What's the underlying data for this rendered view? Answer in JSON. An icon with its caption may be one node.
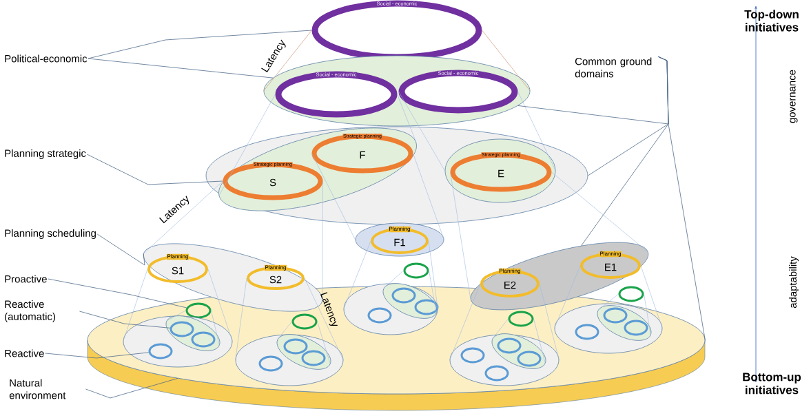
{
  "diagram": {
    "nodes": [
      {
        "text": [
          "Political-economic"
        ]
      },
      {
        "text": [
          "Social - economic"
        ]
      },
      {
        "text": [],
        "shape": "ellipse"
      },
      {
        "text": [
          "Social - economic"
        ],
        "in": 2
      },
      {
        "text": [
          "Social - economic"
        ],
        "in": 2
      },
      {
        "text": [
          "Common ground domains"
        ]
      },
      {
        "text": [],
        "shape": "ellipse"
      },
      {
        "text": [],
        "shape": "ellipse",
        "in": 6
      },
      {
        "text": [
          "Strategic planning",
          "S"
        ],
        "in": 7
      },
      {
        "text": [
          "Strategic planning",
          "F"
        ],
        "in": 7
      },
      {
        "text": [],
        "shape": "ellipse",
        "in": 6
      },
      {
        "text": [
          "Strategic planning",
          "E"
        ],
        "in": 10
      },
      {
        "text": [
          "Planning strategic"
        ]
      },
      {
        "text": [],
        "shape": "ellipse"
      },
      {
        "text": [
          "Planning",
          "F1"
        ],
        "in": 13
      },
      {
        "text": [
          "Planning scheduling"
        ]
      },
      {
        "text": [],
        "shape": "ellipse"
      },
      {
        "text": [
          "Planning",
          "S1"
        ],
        "in": 16
      },
      {
        "text": [
          "Planning",
          "S2"
        ],
        "in": 16
      },
      {
        "text": [],
        "shape": "ellipse"
      },
      {
        "text": [
          "Planning",
          "E2"
        ],
        "in": 19
      },
      {
        "text": [
          "Planning",
          "E1"
        ],
        "in": 19
      },
      {
        "text": [
          "Proactive"
        ]
      },
      {
        "text": [
          "Reactive (automatic)"
        ]
      },
      {
        "text": [
          "Reactive"
        ]
      },
      {
        "text": [
          "Natural environment"
        ]
      },
      {
        "text": [],
        "shape": "cylinder"
      },
      {
        "text": [],
        "shape": "circle",
        "in": 26
      },
      {
        "text": [],
        "shape": "ellipse",
        "in": 26
      },
      {
        "text": [],
        "shape": "ellipse",
        "in": 28
      },
      {
        "text": [],
        "shape": "circle",
        "in": 29
      },
      {
        "text": [],
        "shape": "circle",
        "in": 29
      },
      {
        "text": [],
        "shape": "circle",
        "in": 28
      },
      {
        "text": [],
        "shape": "circle",
        "in": 26
      },
      {
        "text": [],
        "shape": "ellipse",
        "in": 26
      },
      {
        "text": [],
        "shape": "ellipse",
        "in": 34
      },
      {
        "text": [],
        "shape": "circle",
        "in": 35
      },
      {
        "text": [],
        "shape": "circle",
        "in": 35
      },
      {
        "text": [],
        "shape": "circle",
        "in": 34
      },
      {
        "text": [],
        "shape": "circle"
      },
      {
        "text": [],
        "shape": "ellipse",
        "in": 26
      },
      {
        "text": [],
        "shape": "ellipse",
        "in": 40
      },
      {
        "text": [],
        "shape": "circle",
        "in": 41
      },
      {
        "text": [],
        "shape": "circle",
        "in": 41
      },
      {
        "text": [],
        "shape": "circle",
        "in": 40
      },
      {
        "text": [],
        "shape": "circle",
        "in": 26
      },
      {
        "text": [],
        "shape": "ellipse",
        "in": 26
      },
      {
        "text": [],
        "shape": "ellipse",
        "in": 46
      },
      {
        "text": [],
        "shape": "circle",
        "in": 47
      },
      {
        "text": [],
        "shape": "circle",
        "in": 47
      },
      {
        "text": [],
        "shape": "circle",
        "in": 46
      },
      {
        "text": [],
        "shape": "circle",
        "in": 46
      },
      {
        "text": [],
        "shape": "circle"
      },
      {
        "text": [],
        "shape": "ellipse",
        "in": 26
      },
      {
        "text": [],
        "shape": "ellipse",
        "in": 53
      },
      {
        "text": [],
        "shape": "circle",
        "in": 54
      },
      {
        "text": [],
        "shape": "circle",
        "in": 54
      },
      {
        "text": [],
        "shape": "circle",
        "in": 53
      }
    ],
    "edges": [
      {
        "from": 0,
        "to": 1,
        "arrow": "none",
        "color": "#4f6b8a"
      },
      {
        "from": 0,
        "to": 2,
        "arrow": "none",
        "color": "#4f6b8a"
      },
      {
        "from": 1,
        "to": 2,
        "arrow": "none",
        "color": "#d4a38c"
      },
      {
        "from": 1,
        "to": 2,
        "arrow": "none",
        "color": "#d4a38c"
      },
      {
        "from": 3,
        "to": 7,
        "arrow": "none"
      },
      {
        "from": 3,
        "to": 7,
        "arrow": "none"
      },
      {
        "from": 4,
        "to": 10,
        "arrow": "none"
      },
      {
        "from": 4,
        "to": 10,
        "arrow": "none"
      },
      {
        "from": 5,
        "to": 2,
        "arrow": "none",
        "color": "#4f6b8a"
      },
      {
        "from": 5,
        "to": 6,
        "arrow": "none",
        "color": "#4f6b8a"
      },
      {
        "from": 5,
        "to": 19,
        "arrow": "none",
        "color": "#4f6b8a"
      },
      {
        "from": 5,
        "to": 26,
        "arrow": "none",
        "color": "#4f6b8a"
      },
      {
        "from": 12,
        "to": 8,
        "arrow": "none",
        "color": "#4f6b8a"
      },
      {
        "from": 9,
        "to": 13,
        "arrow": "none"
      },
      {
        "from": 9,
        "to": 13,
        "arrow": "none"
      },
      {
        "from": 8,
        "to": 16,
        "arrow": "none"
      },
      {
        "from": 8,
        "to": 16,
        "arrow": "none"
      },
      {
        "from": 11,
        "to": 19,
        "arrow": "none"
      },
      {
        "from": 11,
        "to": 19,
        "arrow": "none"
      },
      {
        "from": 15,
        "to": 16,
        "arrow": "none",
        "color": "#4f6b8a"
      },
      {
        "from": 14,
        "to": 40,
        "arrow": "none"
      },
      {
        "from": 14,
        "to": 40,
        "arrow": "none"
      },
      {
        "from": 17,
        "to": 28,
        "arrow": "none"
      },
      {
        "from": 17,
        "to": 28,
        "arrow": "none"
      },
      {
        "from": 18,
        "to": 34,
        "arrow": "none"
      },
      {
        "from": 18,
        "to": 34,
        "arrow": "none"
      },
      {
        "from": 20,
        "to": 46,
        "arrow": "none"
      },
      {
        "from": 20,
        "to": 46,
        "arrow": "none"
      },
      {
        "from": 21,
        "to": 53,
        "arrow": "none"
      },
      {
        "from": 21,
        "to": 53,
        "arrow": "none"
      },
      {
        "from": 27,
        "to": 29,
        "arrow": "none"
      },
      {
        "from": 27,
        "to": 29,
        "arrow": "none"
      },
      {
        "from": 33,
        "to": 35,
        "arrow": "none"
      },
      {
        "from": 33,
        "to": 35,
        "arrow": "none"
      },
      {
        "from": 39,
        "to": 41,
        "arrow": "none"
      },
      {
        "from": 39,
        "to": 41,
        "arrow": "none"
      },
      {
        "from": 45,
        "to": 47,
        "arrow": "none"
      },
      {
        "from": 45,
        "to": 47,
        "arrow": "none"
      },
      {
        "from": 52,
        "to": 54,
        "arrow": "none"
      },
      {
        "from": 52,
        "to": 54,
        "arrow": "none"
      },
      {
        "from": 22,
        "to": 27,
        "arrow": "none",
        "color": "#4f6b8a"
      },
      {
        "from": 23,
        "to": 30,
        "arrow": "none",
        "color": "#4f6b8a"
      },
      {
        "from": 24,
        "to": 32,
        "arrow": "none",
        "color": "#4f6b8a"
      },
      {
        "from": 25,
        "to": 26,
        "arrow": "none",
        "color": "#4f6b8a"
      }
    ],
    "labels": [
      "Top-down initiatives",
      "Latency",
      "governance",
      "Latency",
      "Latency",
      "adaptability",
      "Bottom-up initiatives"
    ]
  }
}
